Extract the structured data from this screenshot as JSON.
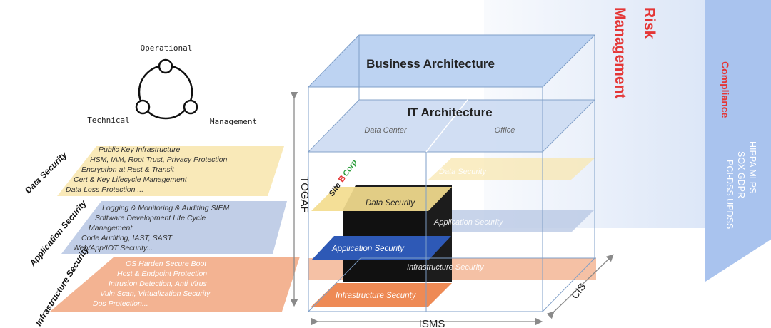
{
  "triad": {
    "top": "Operational",
    "left": "Technical",
    "right": "Management"
  },
  "layers": {
    "data": {
      "title": "Data Security",
      "items": [
        "Public Key Infrastructure",
        "HSM, IAM, Root Trust, Privacy Protection",
        "Encryption at Rest & Transit",
        "Cert & Key Lifecycle Management",
        "Data Loss  Protection ..."
      ]
    },
    "application": {
      "title": "Application Security",
      "items": [
        "Logging & Monitoring & Auditing   SIEM",
        "Software Development Life Cycle",
        "Management",
        "Code Auditing, IAST, SAST",
        "Web/App/IOT Security..."
      ]
    },
    "infrastructure": {
      "title": "Infrastructure Security",
      "items": [
        "OS Harden                    Secure Boot",
        "Host & Endpoint Protection",
        "Intrusion Detection,   Anti Virus",
        "Vuln Scan, Virtualization  Security",
        "Dos Protection..."
      ]
    }
  },
  "cube": {
    "business": "Business Architecture",
    "it": "IT Architecture",
    "data_center": "Data Center",
    "office": "Office",
    "site_prefix": "Site",
    "site_letter": "B",
    "site_suffix": "Corp",
    "data_security": "Data  Security",
    "application_security": "Application  Security",
    "infrastructure_security": "Infrastructure Security",
    "office_data": "Data  Security",
    "office_application": "Application  Security",
    "office_infrastructure": "Infrastructure Security"
  },
  "axes": {
    "togaf": "TOGAF",
    "isms": "ISMS",
    "cis": "CIS"
  },
  "risk": {
    "line1": "Risk",
    "line2": "Management"
  },
  "compliance": {
    "title": "Compliance",
    "items": [
      "HIPPA  MLPS",
      "SOX   GDPR",
      "PCI-DSS  UPDSS"
    ]
  },
  "colors": {
    "data_layer": "#f8e7b0",
    "application_layer": "#b6c6e3",
    "infrastructure_layer": "#f1a67f",
    "cube_edge": "#7f9fc8",
    "risk_red": "#e43636",
    "compliance_blue": "#8fb2e6"
  }
}
